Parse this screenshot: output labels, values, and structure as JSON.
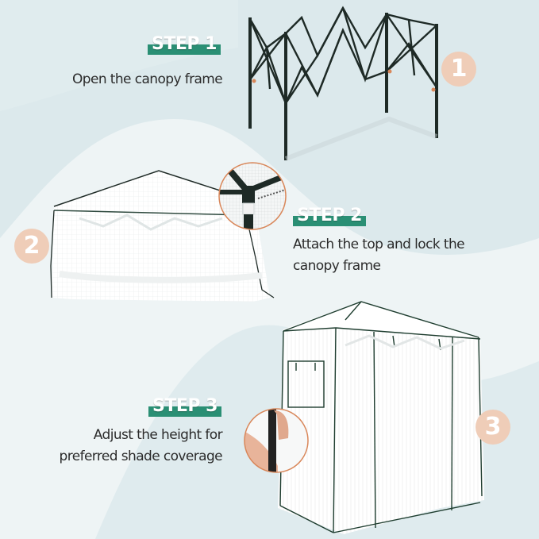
{
  "colors": {
    "background": "#dce9ec",
    "wave_light": "#eef4f5",
    "wave_mid": "#e3eef0",
    "accent": "#2a8f74",
    "number_circle": "#efcdb8",
    "inset_border": "#d9875a",
    "frame": "#1e2a26"
  },
  "steps": [
    {
      "badge": "STEP 1",
      "number": "1",
      "description_lines": [
        "Open the canopy frame"
      ],
      "illustration": "open-canopy-frame-image"
    },
    {
      "badge": "STEP 2",
      "number": "2",
      "description_lines": [
        "Attach the top and lock the",
        "canopy frame"
      ],
      "illustration": "attach-top-cover-image",
      "inset": "corner-lock-detail-inset"
    },
    {
      "badge": "STEP 3",
      "number": "3",
      "description_lines": [
        "Adjust the height for",
        "preferred shade coverage"
      ],
      "illustration": "assembled-greenhouse-image",
      "inset": "height-adjust-detail-inset"
    }
  ]
}
